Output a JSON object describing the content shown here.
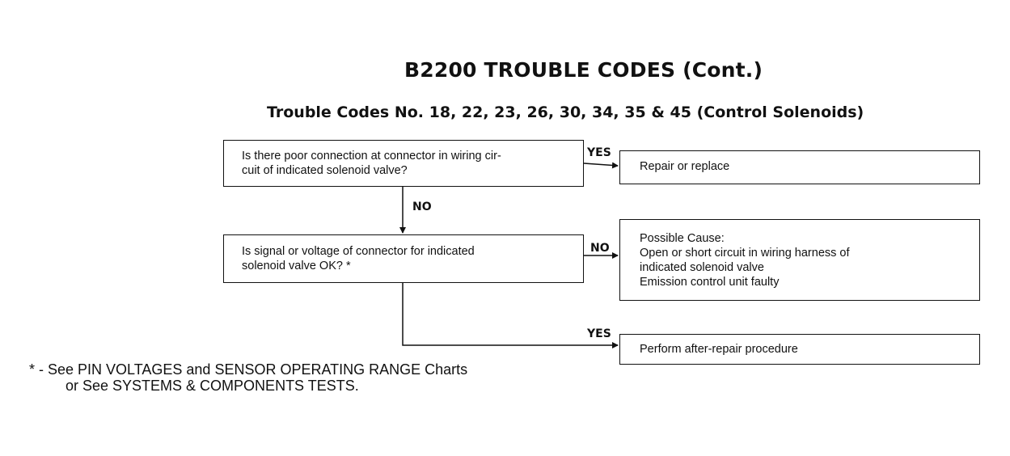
{
  "title": "B2200 TROUBLE CODES (Cont.)",
  "subtitle": "Trouble Codes No. 18, 22, 23, 26, 30, 34, 35 & 45 (Control Solenoids)",
  "nodes": {
    "q1": [
      "Is there poor connection at connector in wiring cir-",
      "cuit of indicated solenoid valve?"
    ],
    "a1": [
      "Repair or replace"
    ],
    "q2": [
      "Is signal or voltage of connector for indicated",
      "solenoid valve OK?  *"
    ],
    "a2": [
      "Possible Cause:",
      "Open or short circuit in wiring harness of",
      "indicated solenoid valve",
      "Emission control unit faulty"
    ],
    "a3": [
      "Perform after-repair procedure"
    ]
  },
  "edges": {
    "q1_a1": "YES",
    "q1_q2": "NO",
    "q2_a2": "NO",
    "q2_a3": "YES"
  },
  "footnote": {
    "marker": "*  -",
    "line1": "See PIN VOLTAGES and SENSOR OPERATING RANGE Charts",
    "line2": "or See SYSTEMS & COMPONENTS TESTS."
  }
}
